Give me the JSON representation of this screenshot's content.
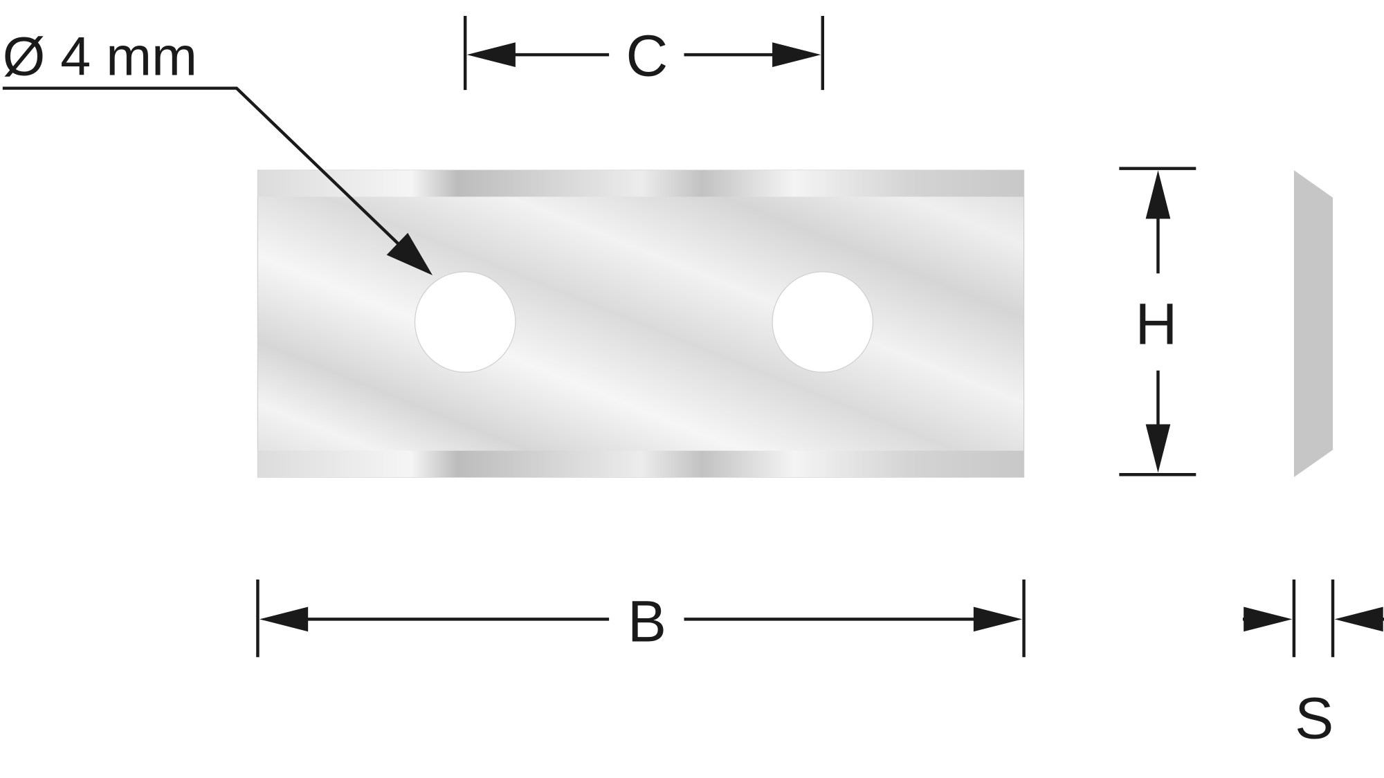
{
  "diagram": {
    "hole_label": "Ø 4 mm",
    "dimensions": {
      "hole_spacing": "C",
      "length": "B",
      "height": "H",
      "thickness": "S"
    },
    "colors": {
      "line": "#1a1a1a",
      "plate_light": "#f4f4f4",
      "plate_mid": "#d8d8d8",
      "side_view": "#c6c6c6"
    }
  }
}
